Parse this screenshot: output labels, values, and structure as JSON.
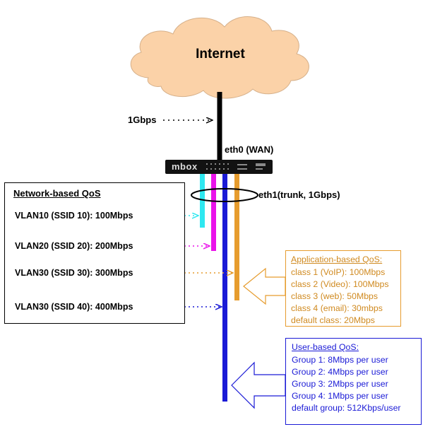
{
  "internet": {
    "label": "Internet"
  },
  "wan": {
    "speed_label": "1Gbps",
    "port_label": "eth0 (WAN)",
    "trunk_label": "eth1(trunk, 1Gbps)"
  },
  "device": {
    "logo": "mbox"
  },
  "network_qos": {
    "title": "Network-based QoS",
    "vlans": [
      {
        "label": "VLAN10 (SSID 10): 100Mbps",
        "color": "#2ee8f0"
      },
      {
        "label": "VLAN20 (SSID 20): 200Mbps",
        "color": "#ea12ea"
      },
      {
        "label": "VLAN30 (SSID 30): 300Mbps",
        "color": "#e69c2e"
      },
      {
        "label": "VLAN30 (SSID 40): 400Mbps",
        "color": "#1a1ad6"
      }
    ]
  },
  "application_qos": {
    "title": "Application-based QoS:",
    "color": "#e69c2e",
    "lines": [
      "class 1 (VoIP):  100Mbps",
      "class 2 (Video): 100Mbps",
      "class 3 (web):     50Mbps",
      "class 4 (email):  30mbps",
      "default class:     20Mbps"
    ]
  },
  "user_qos": {
    "title": "User-based QoS:",
    "color": "#1a1ad6",
    "lines": [
      "Group 1: 8Mbps per user",
      "Group 2: 4Mbps per user",
      "Group 3: 2Mbps per user",
      "Group 4: 1Mbps per user",
      "default group: 512Kbps/user"
    ]
  }
}
